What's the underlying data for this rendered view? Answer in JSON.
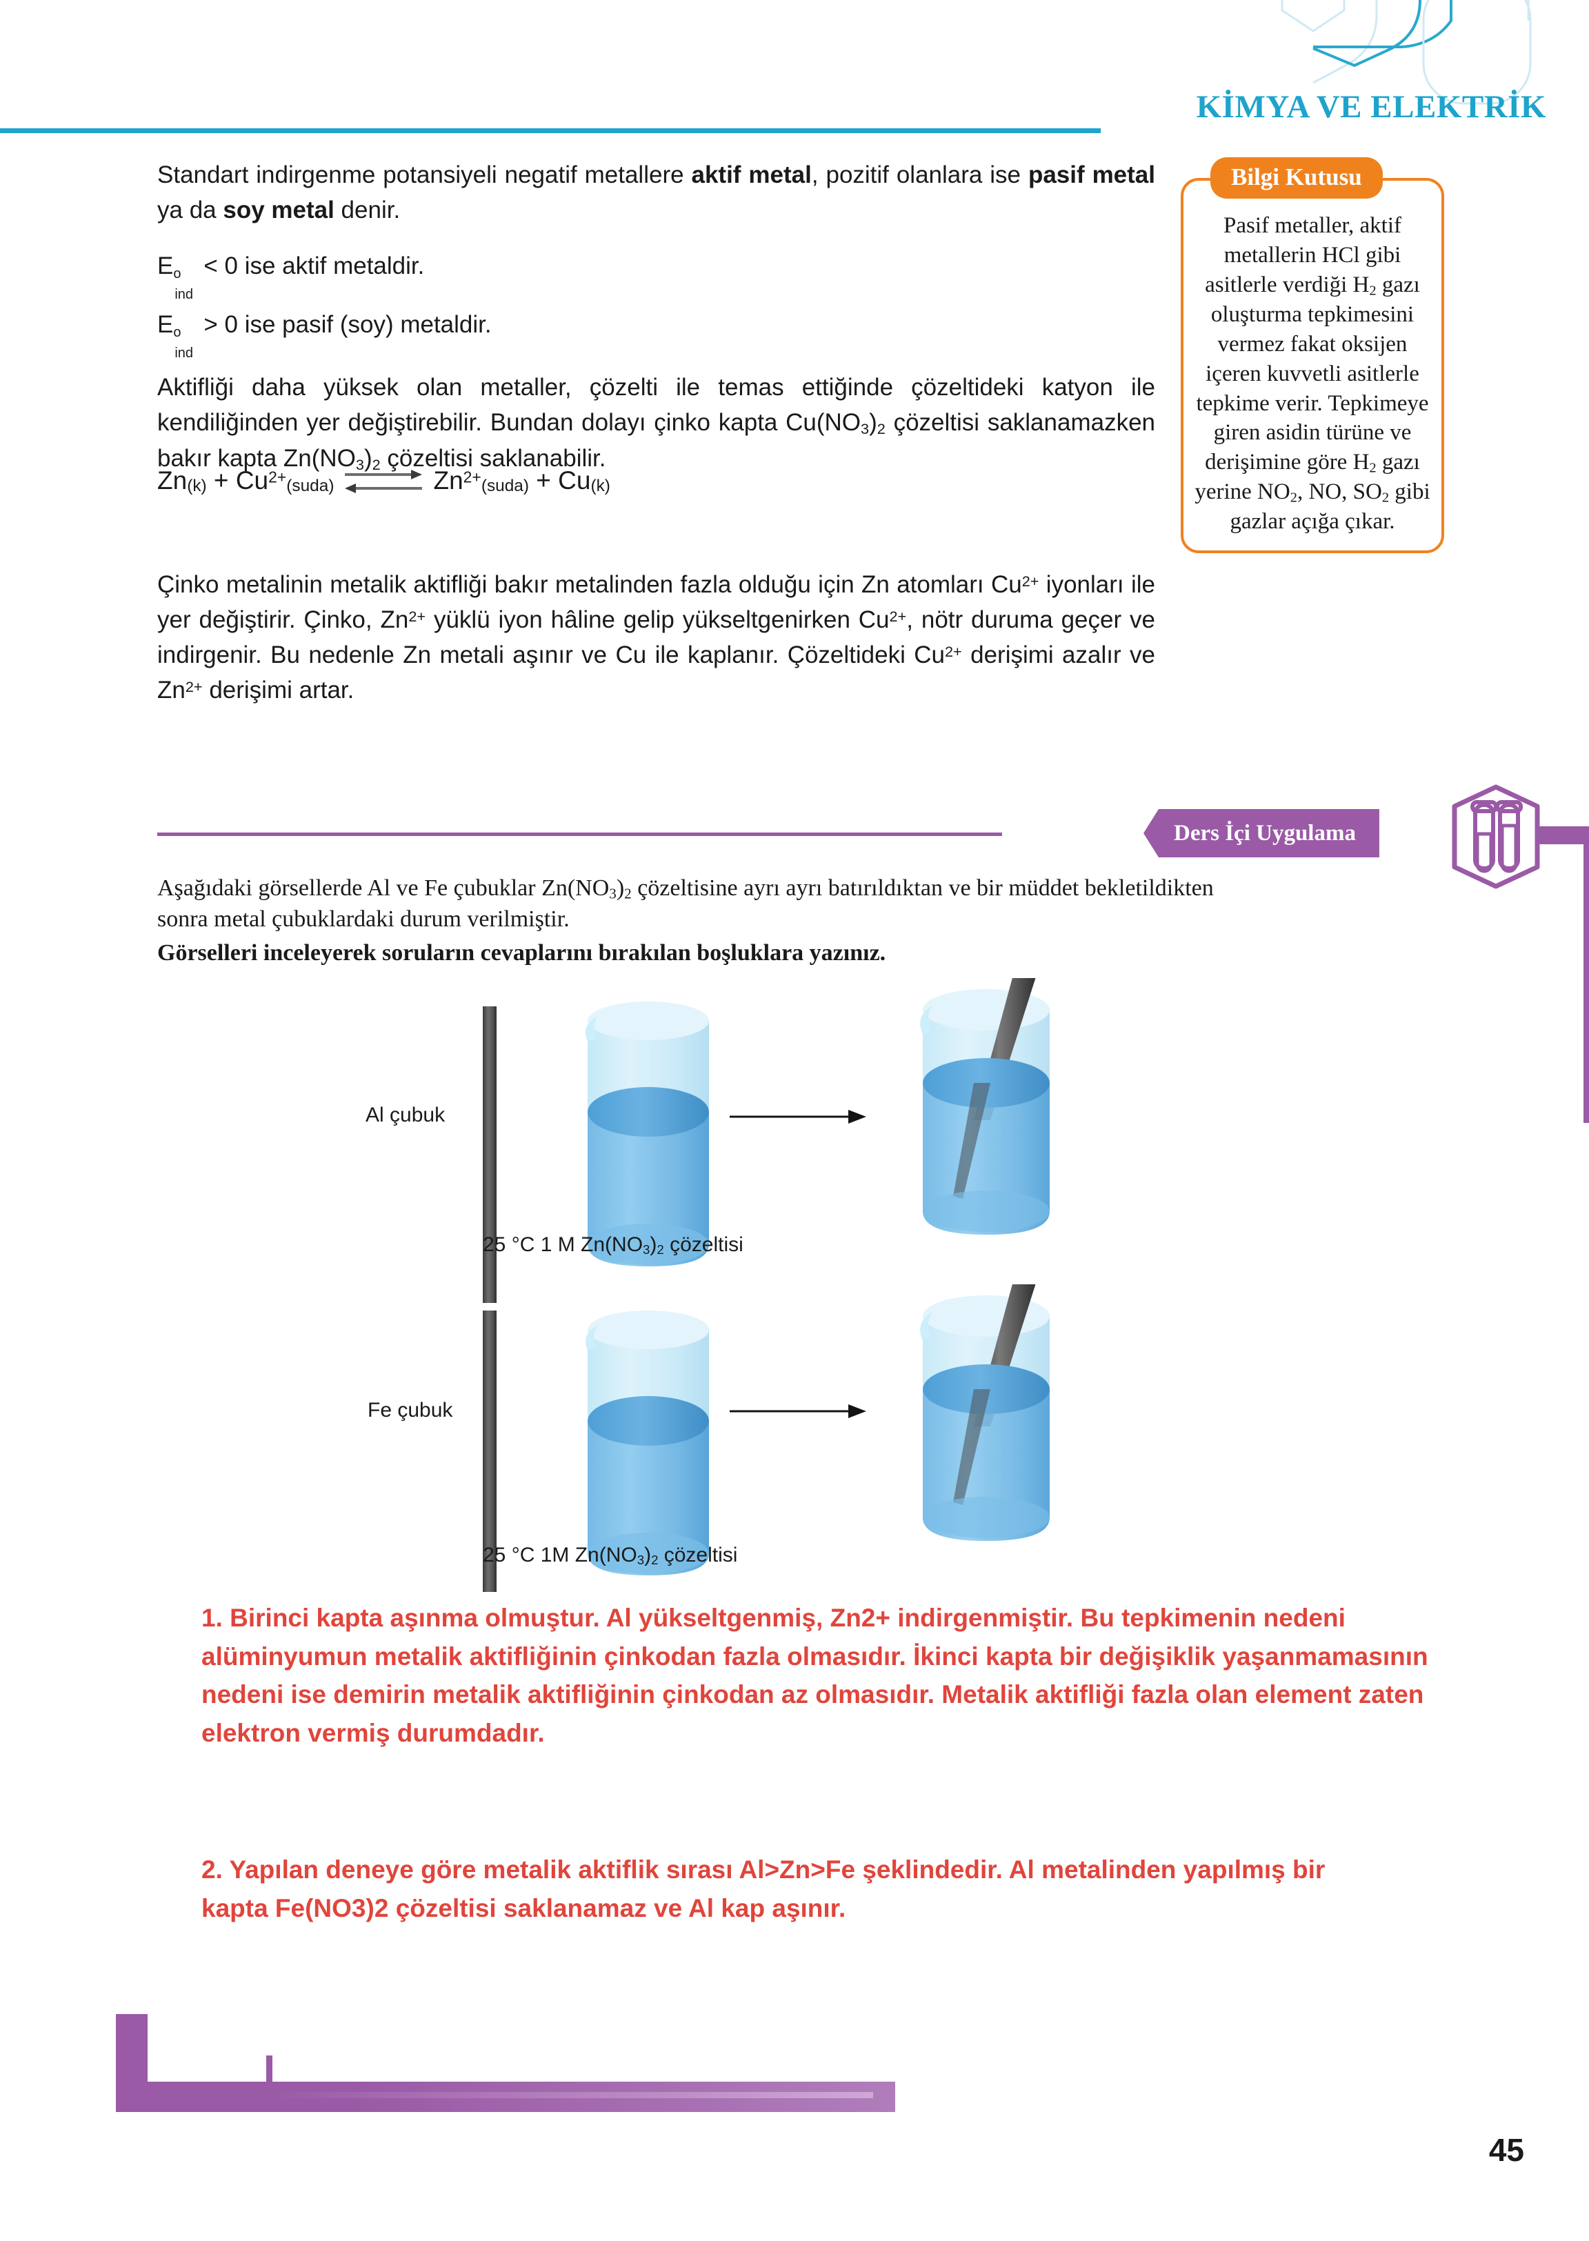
{
  "header": {
    "title": "KİMYA VE ELEKTRİK",
    "rule_color": "#1da4cc",
    "title_color": "#1da4cc"
  },
  "main": {
    "paragraph_1_parts": {
      "a": "Standart indirgenme potansiyeli negatif metallere ",
      "b1": "aktif metal",
      "c": ", pozitif olanlara ise ",
      "b2": "pasif metal",
      "d": " ya da ",
      "b3": "soy metal",
      "e": " denir."
    },
    "condition_1": {
      "symbol": "E",
      "sup": "o",
      "sub": "ind",
      "rest": "< 0 ise aktif metaldir."
    },
    "condition_2": {
      "symbol": "E",
      "sup": "o",
      "sub": "ind",
      "rest": "> 0 ise pasif (soy) metaldir."
    },
    "paragraph_2_parts": {
      "a": "Aktifliği daha yüksek olan metaller, çözelti ile temas ettiğinde çözeltideki katyon ile kendiliğinden yer değiştirebilir. Bundan dolayı çinko kapta Cu(NO",
      "sub1": "3",
      "b": ")",
      "sub2": "2",
      "c": " çözeltisi saklanamazken bakır kapta Zn(NO",
      "sub3": "3",
      "d": ")",
      "sub4": "2",
      "e": " çözeltisi saklanabilir."
    },
    "equation": {
      "left_1": "Zn",
      "left_1_state": "(k)",
      "plus_1": " + Cu",
      "left_2_charge": "2+",
      "left_2_state": "(suda)",
      "right_1": "Zn",
      "right_1_charge": "2+",
      "right_1_state": "(suda)",
      "plus_2": " + Cu",
      "right_2_state": "(k)"
    },
    "paragraph_3_parts": {
      "a": "Çinko metalinin metalik aktifliği bakır metalinden fazla olduğu için Zn atomları Cu",
      "s1": "2+",
      "b": " iyonları ile yer değiştirir. Çinko, Zn",
      "s2": "2+",
      "c": " yüklü iyon hâline gelip yükseltgenirken Cu",
      "s3": "2+",
      "d": ", nötr duruma geçer ve indirgenir. Bu nedenle Zn metali aşınır ve Cu ile kaplanır. Çözeltideki Cu",
      "s4": "2+",
      "e": " derişimi azalır ve Zn",
      "s5": "2+",
      "f": " derişimi artar."
    }
  },
  "info_box": {
    "label": "Bilgi Kutusu",
    "border_color": "#f0821e",
    "label_bg": "#f0821e",
    "text_parts": {
      "a": "Pasif metaller, aktif metallerin HCl gibi asitlerle verdiği H",
      "s1": "2",
      "b": " gazı oluşturma tepkimesini vermez fakat oksijen içeren kuvvetli asitlerle tepkime verir. Tepkimeye giren asidin türüne ve derişimine göre H",
      "s2": "2",
      "c": " gazı yerine NO",
      "s3": "2",
      "d": ", NO, SO",
      "s4": "2",
      "e": " gibi gazlar açığa çıkar."
    }
  },
  "banner": {
    "label": "Ders İçi Uygulama",
    "color": "#9a5aa6",
    "icon": "test-tubes-icon"
  },
  "application": {
    "line_1_a": "Aşağıdaki görsellerde Al ve Fe çubuklar Zn(NO",
    "line_1_sub": "3",
    "line_1_b": ")",
    "line_1_sub2": "2",
    "line_1_c": " çözeltisine ayrı ayrı batırıldıktan ve bir müddet bekletildikten sonra metal çubuklardaki durum verilmiştir.",
    "line_2_bold": "Görselleri inceleyerek soruların cevaplarını bırakılan boşluklara yazınız."
  },
  "experiments": [
    {
      "rod_label": "Al çubuk",
      "caption_a": "25 °C 1 M Zn(NO",
      "caption_sub1": "3",
      "caption_b": ")",
      "caption_sub2": "2",
      "caption_c": " çözeltisi",
      "left_beaker": "empty-beaker",
      "right_beaker": "beaker-with-rod"
    },
    {
      "rod_label": "Fe çubuk",
      "caption_a": "25 °C  1M Zn(NO",
      "caption_sub1": "3",
      "caption_b": ")",
      "caption_sub2": "2",
      "caption_c": " çözeltisi",
      "left_beaker": "empty-beaker",
      "right_beaker": "beaker-with-rod"
    }
  ],
  "answers": {
    "color": "#e0453c",
    "answer_1": "1. Birinci kapta aşınma olmuştur. Al yükseltgenmiş, Zn2+ indirgenmiştir. Bu tepkimenin nedeni alüminyumun metalik aktifliğinin çinkodan fazla olmasıdır. İkinci kapta bir değişiklik yaşanmamasının nedeni ise demirin metalik aktifliğinin çinkodan az olmasıdır. Metalik aktifliği fazla olan element zaten elektron vermiş durumdadır.",
    "answer_2": "2. Yapılan deneye göre metalik aktiflik sırası Al>Zn>Fe şeklindedir. Al metalinden yapılmış bir kapta Fe(NO3)2 çözeltisi saklanamaz ve Al kap aşınır."
  },
  "footer": {
    "page_number": "45",
    "deco_color": "#9a5aa6"
  }
}
